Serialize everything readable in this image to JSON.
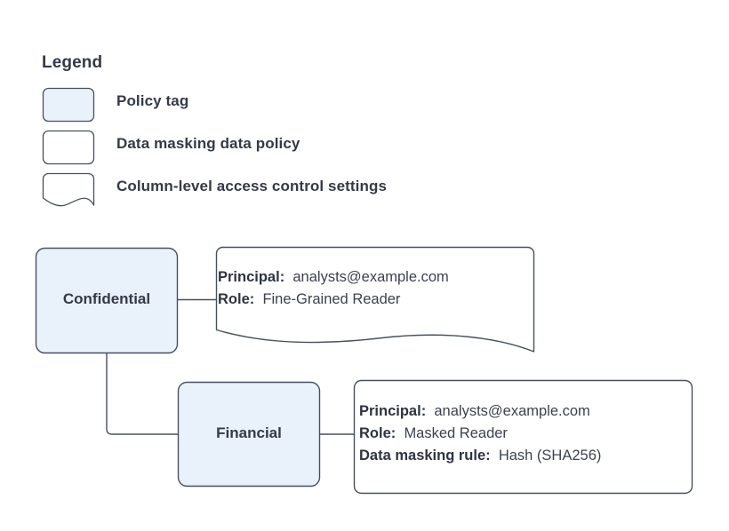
{
  "legend": {
    "title": "Legend",
    "items": [
      {
        "shape": "rounded-rect-filled",
        "label": "Policy tag",
        "fill": "#e9f1fb",
        "stroke": "#46505f"
      },
      {
        "shape": "rounded-rect",
        "label": "Data masking data policy",
        "fill": "#ffffff",
        "stroke": "#46505f"
      },
      {
        "shape": "document-wave",
        "label": "Column-level access control settings",
        "fill": "#ffffff",
        "stroke": "#46505f"
      }
    ]
  },
  "diagram": {
    "nodes": [
      {
        "id": "confidential",
        "label": "Confidential",
        "type": "policy-tag",
        "fill": "#e9f1fb",
        "stroke": "#46505f"
      },
      {
        "id": "financial",
        "label": "Financial",
        "type": "policy-tag",
        "fill": "#e9f1fb",
        "stroke": "#46505f"
      }
    ],
    "callouts": [
      {
        "id": "callout-confidential",
        "shape": "document-wave",
        "attached_to": "confidential",
        "rows": [
          {
            "key": "Principal:",
            "value": "analysts@example.com"
          },
          {
            "key": "Role:",
            "value": "Fine-Grained Reader"
          }
        ]
      },
      {
        "id": "callout-financial",
        "shape": "rounded-rect",
        "attached_to": "financial",
        "rows": [
          {
            "key": "Principal:",
            "value": "analysts@example.com"
          },
          {
            "key": "Role:",
            "value": "Masked Reader"
          },
          {
            "key": "Data masking rule:",
            "value": "Hash (SHA256)"
          }
        ]
      }
    ],
    "edges": [
      {
        "from": "confidential",
        "to": "callout-confidential",
        "style": "straight"
      },
      {
        "from": "confidential",
        "to": "financial",
        "style": "elbow"
      },
      {
        "from": "financial",
        "to": "callout-financial",
        "style": "straight"
      }
    ]
  },
  "colors": {
    "node_fill": "#e9f1fb",
    "node_stroke": "#46505f",
    "callout_fill": "#ffffff",
    "callout_stroke": "#46505f",
    "edge_stroke": "#46505f",
    "text": "#343a47",
    "background": "#ffffff"
  }
}
